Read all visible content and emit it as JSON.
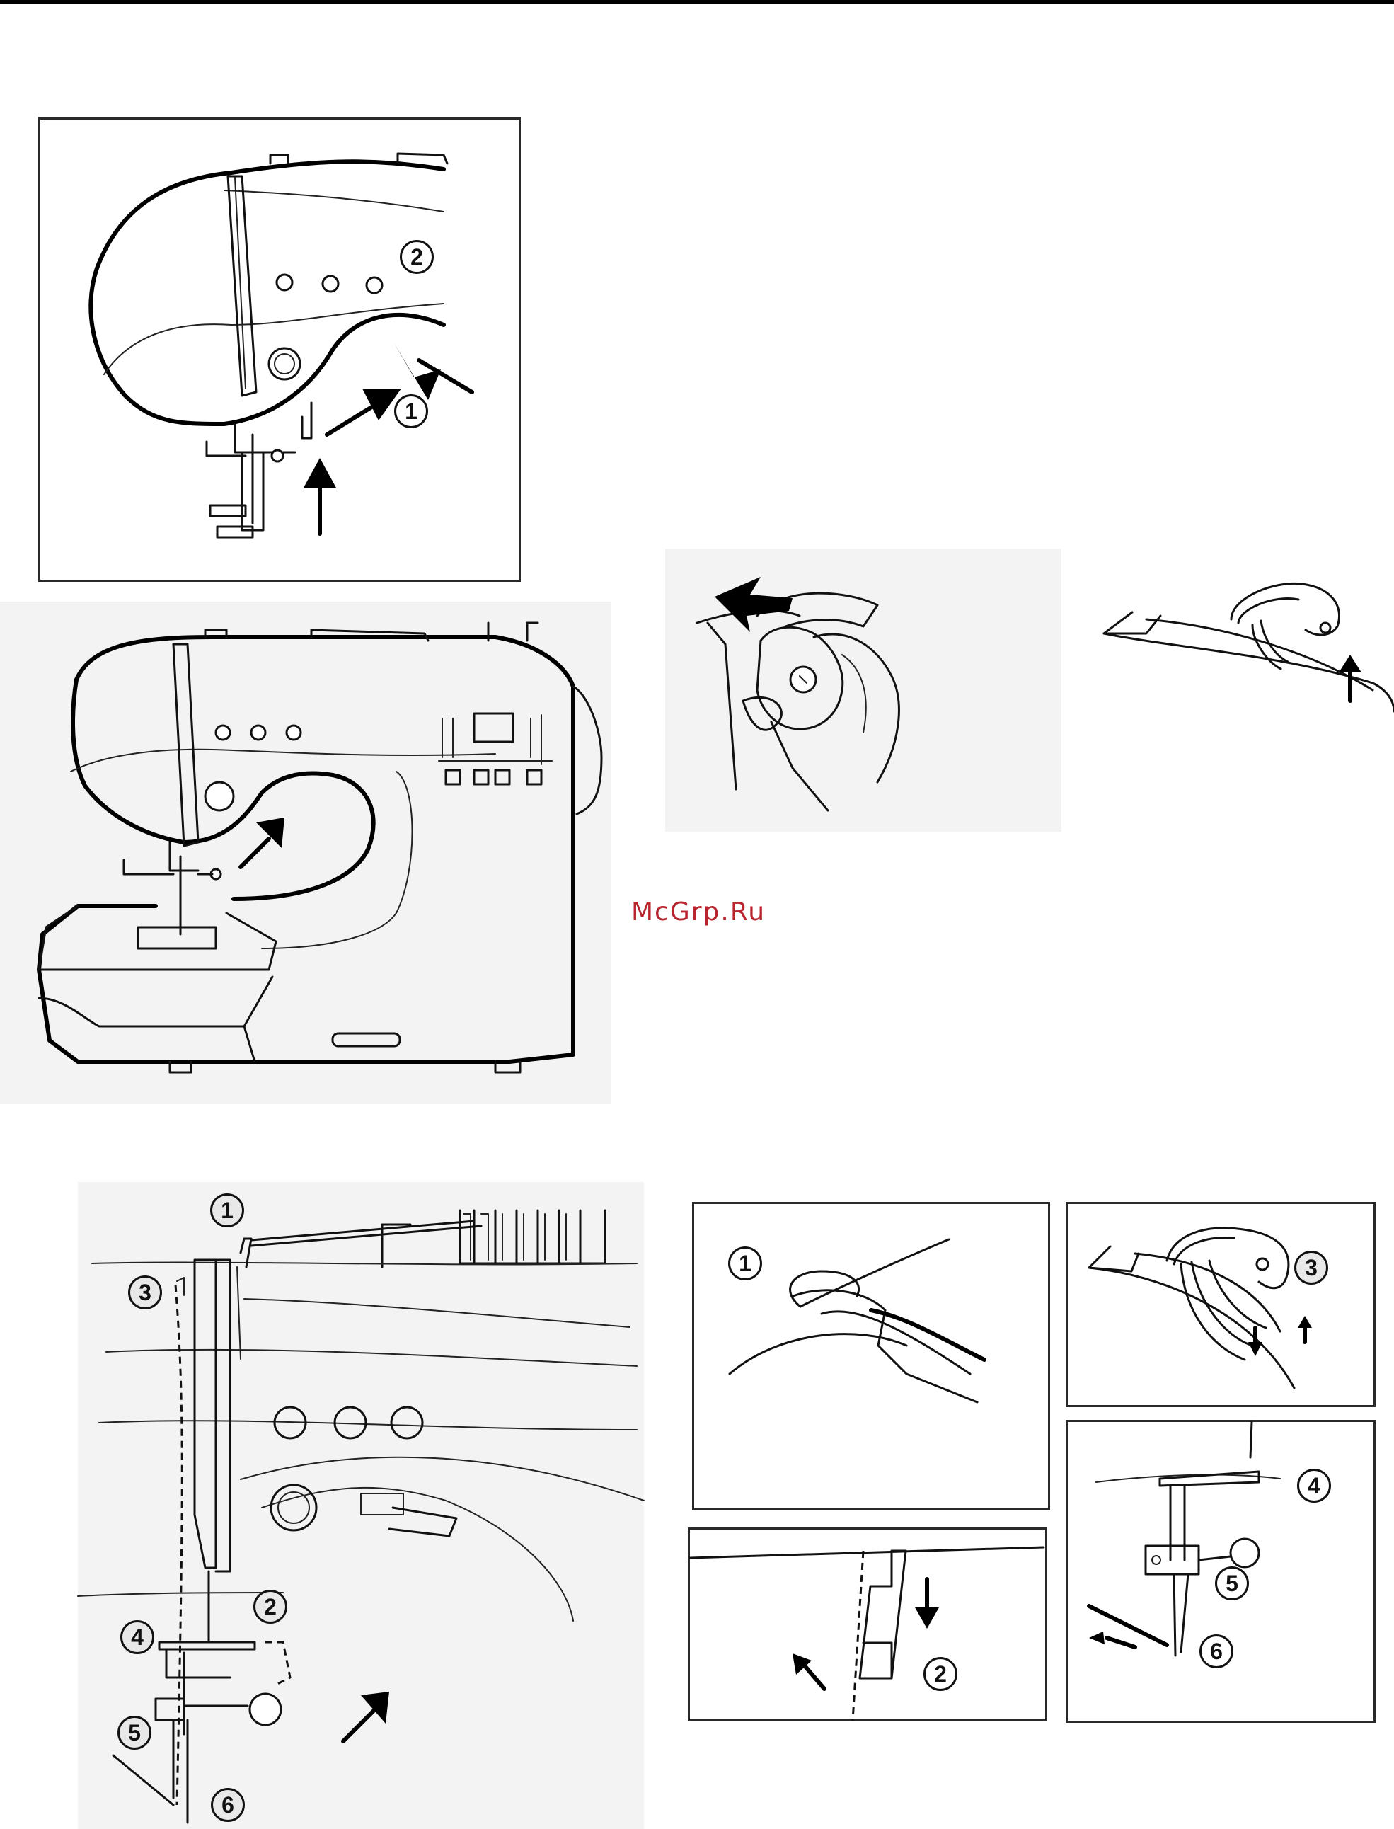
{
  "watermark": "McGrp.Ru",
  "fig_top_left": {
    "labels": [
      "1",
      "2"
    ]
  },
  "fig_threading": {
    "labels": [
      "1",
      "2",
      "3",
      "4",
      "5",
      "6"
    ]
  },
  "panel_1": {
    "label": "1"
  },
  "panel_2": {
    "label": "2"
  },
  "panel_3": {
    "label": "3"
  },
  "panel_456": {
    "labels": [
      "4",
      "5",
      "6"
    ]
  }
}
